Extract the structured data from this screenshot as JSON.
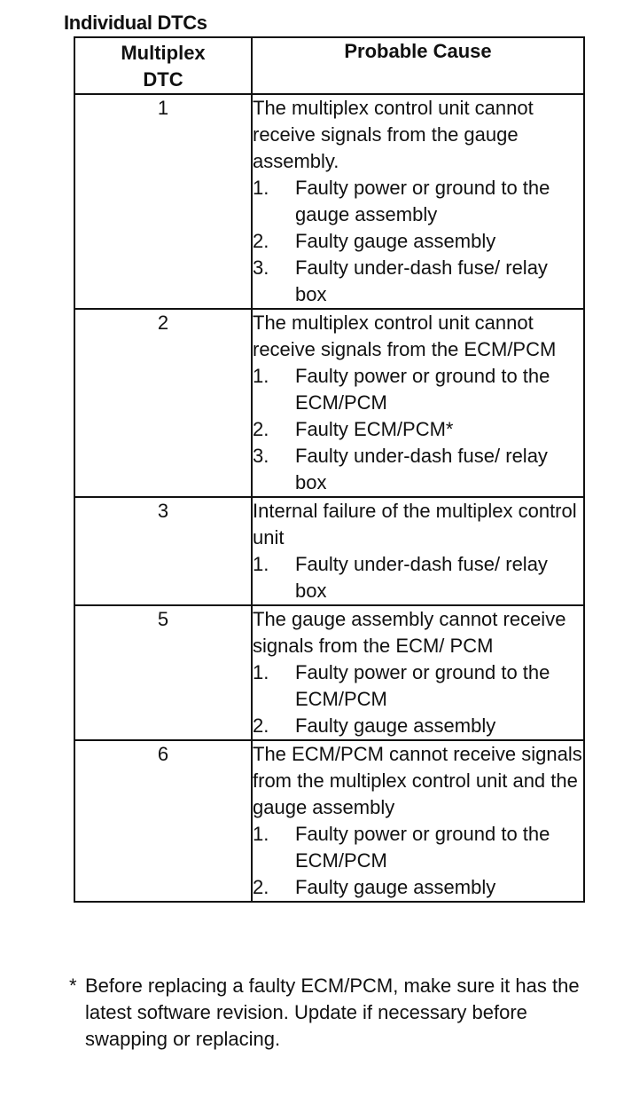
{
  "title": "Individual DTCs",
  "table": {
    "headers": [
      "Multiplex DTC",
      "Probable Cause"
    ],
    "rows": [
      {
        "dtc": "1",
        "description": "The multiplex control unit cannot receive signals from the gauge assembly.",
        "causes": [
          {
            "num": "1.",
            "text": "Faulty power or ground to the gauge assembly"
          },
          {
            "num": "2.",
            "text": "Faulty gauge assembly"
          },
          {
            "num": "3.",
            "text": "Faulty under-dash fuse/ relay box"
          }
        ]
      },
      {
        "dtc": "2",
        "description": "The multiplex control unit cannot receive signals from the ECM/PCM",
        "causes": [
          {
            "num": "1.",
            "text": "Faulty power or ground to the ECM/PCM"
          },
          {
            "num": "2.",
            "text": "Faulty ECM/PCM*"
          },
          {
            "num": "3.",
            "text": "Faulty under-dash fuse/ relay box"
          }
        ]
      },
      {
        "dtc": "3",
        "description": "Internal failure of the multiplex control unit",
        "causes": [
          {
            "num": "1.",
            "text": "Faulty under-dash fuse/ relay box"
          }
        ]
      },
      {
        "dtc": "5",
        "description": "The gauge assembly cannot receive signals from the ECM/ PCM",
        "causes": [
          {
            "num": "1.",
            "text": "Faulty power or ground to the ECM/PCM"
          },
          {
            "num": "2.",
            "text": "Faulty gauge assembly"
          }
        ]
      },
      {
        "dtc": "6",
        "description": "The ECM/PCM cannot receive signals from the multiplex control unit and the gauge assembly",
        "causes": [
          {
            "num": "1.",
            "text": "Faulty power or ground to the ECM/PCM"
          },
          {
            "num": "2.",
            "text": "Faulty gauge assembly"
          }
        ]
      }
    ]
  },
  "footnote": {
    "mark": "*",
    "text": "Before replacing a faulty ECM/PCM, make sure it has the latest software revision. Update if necessary before swapping or replacing."
  }
}
